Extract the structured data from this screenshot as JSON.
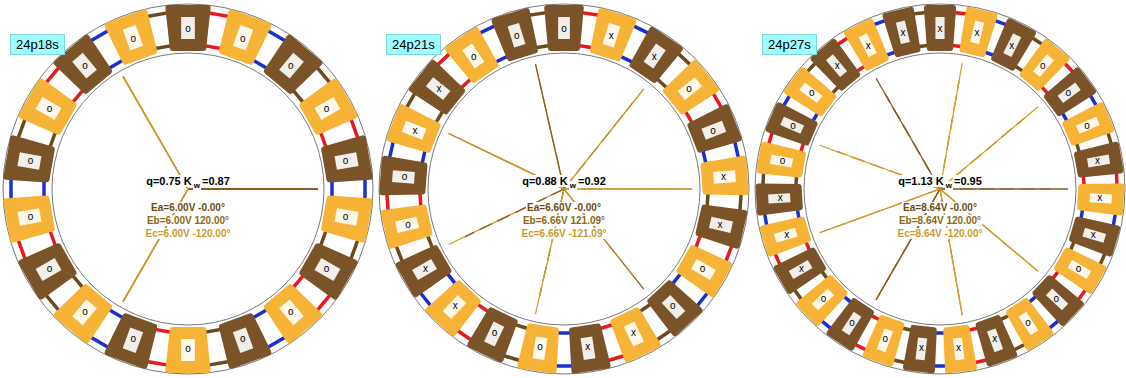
{
  "diagram": {
    "nodes": [
      {
        "text": [
          "24p18s"
        ]
      },
      {
        "text": [
          "24p21s"
        ]
      },
      {
        "text": [
          "24p27s"
        ]
      }
    ],
    "labels": [
      "q=0.75 K",
      "w",
      "=0.87",
      "Ea=6.00V -0.00°",
      "Eb=6.00V 120.00°",
      "Ec=6.00V -120.00°",
      "q=0.88 K",
      "w",
      "=0.92",
      "Ea=6.60V -0.00°",
      "Eb=6.66V 121.09°",
      "Ec=6.66V -121.09°",
      "q=1.13 K",
      "w",
      "=0.95",
      "Ea=8.64V -0.00°",
      "Eb=8.64V 120.00°",
      "Ec=8.64V -120.00°",
      "o",
      "o",
      "o",
      "o",
      "o",
      "o",
      "o",
      "o",
      "o",
      "o",
      "o",
      "o",
      "o",
      "o",
      "o",
      "o",
      "o",
      "o",
      "o",
      "x",
      "x",
      "o",
      "o",
      "x",
      "x",
      "o",
      "o",
      "x",
      "x",
      "o",
      "o",
      "x",
      "x",
      "o",
      "o",
      "x",
      "x",
      "o",
      "o",
      "x",
      "x",
      "x",
      "o",
      "o",
      "o",
      "x",
      "x",
      "x",
      "o",
      "o",
      "o",
      "x",
      "x",
      "x",
      "o",
      "o",
      "o",
      "x",
      "x",
      "x",
      "o",
      "o",
      "o",
      "x",
      "x",
      "x"
    ]
  }
}
